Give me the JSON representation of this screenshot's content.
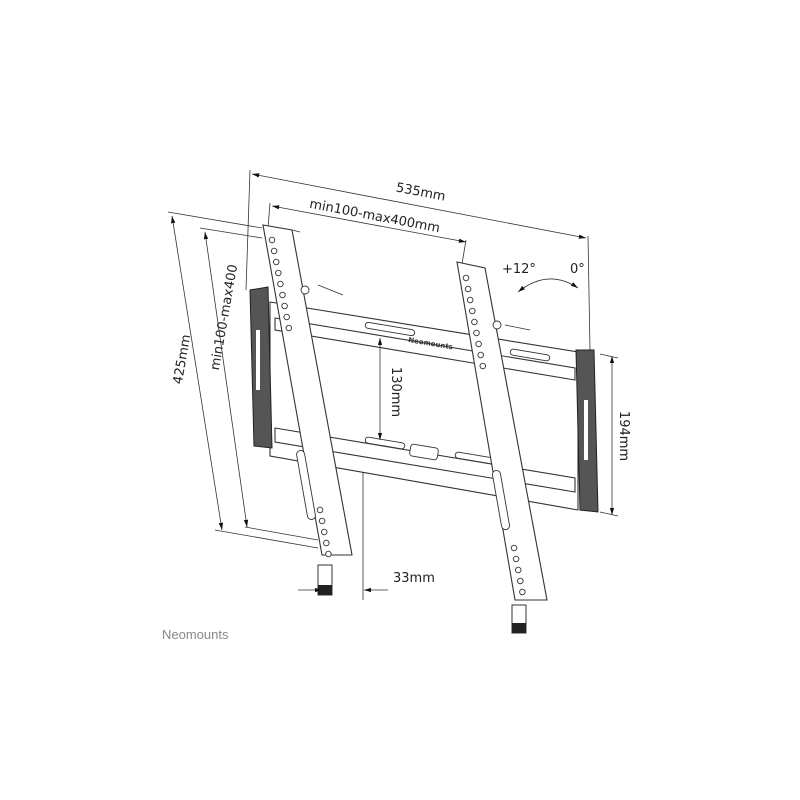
{
  "dimensions": {
    "overall_width": "535mm",
    "vesa_horizontal": "min100-max400mm",
    "overall_height": "425mm",
    "vesa_vertical": "min100-max400",
    "plate_spacing": "130mm",
    "plate_height": "194mm",
    "wall_distance": "33mm"
  },
  "tilt": {
    "max": "+12°",
    "min": "0°"
  },
  "product_logo": "Neomounts",
  "brand": "Neomounts"
}
